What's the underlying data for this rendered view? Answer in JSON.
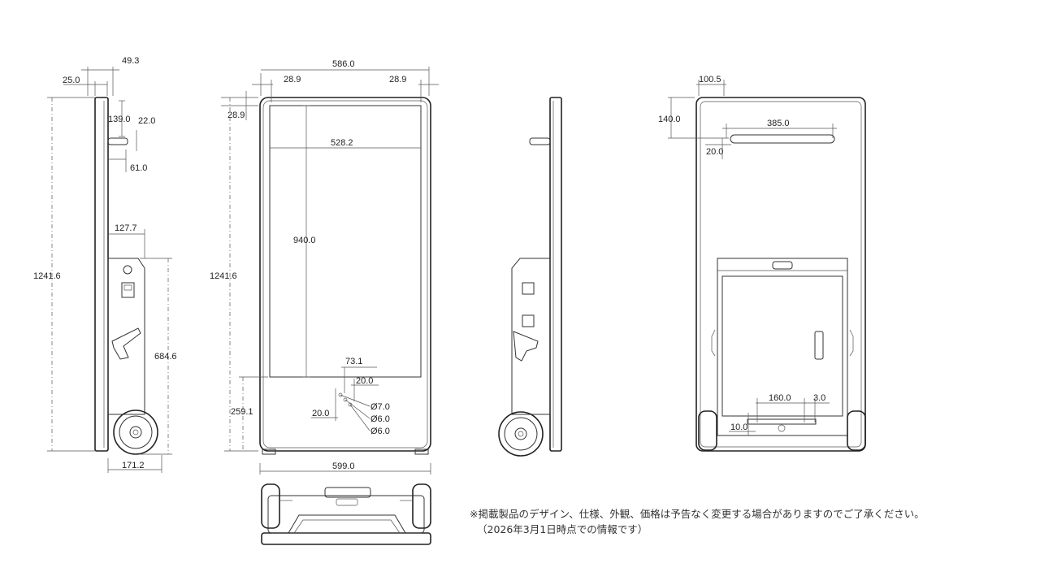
{
  "dimensions": {
    "side_left": {
      "d49_3": "49.3",
      "d25_0": "25.0",
      "d139_0": "139.0",
      "d22_0": "22.0",
      "d61_0": "61.0",
      "d127_7": "127.7",
      "d1241_6": "1241.6",
      "d684_6": "684.6",
      "d171_2": "171.2"
    },
    "front": {
      "d586_0": "586.0",
      "d28_9_left": "28.9",
      "d28_9_right": "28.9",
      "d28_9_top": "28.9",
      "d528_2": "528.2",
      "d940_0": "940.0",
      "d1241_6": "1241.6",
      "d259_1": "259.1",
      "d73_1": "73.1",
      "d20_0_a": "20.0",
      "d20_0_b": "20.0",
      "d7_0": "Ø7.0",
      "d6_0_a": "Ø6.0",
      "d6_0_b": "Ø6.0",
      "d599_0": "599.0"
    },
    "back": {
      "d100_5": "100.5",
      "d140_0": "140.0",
      "d385_0": "385.0",
      "d20_0": "20.0",
      "d160_0": "160.0",
      "d3_0": "3.0",
      "d10_0": "10.0"
    }
  },
  "notes": {
    "line1": "※掲載製品のデザイン、仕様、外観、価格は予告なく変更する場合がありますのでご了承ください。",
    "line2": "（2026年3月1日時点での情報です）"
  }
}
